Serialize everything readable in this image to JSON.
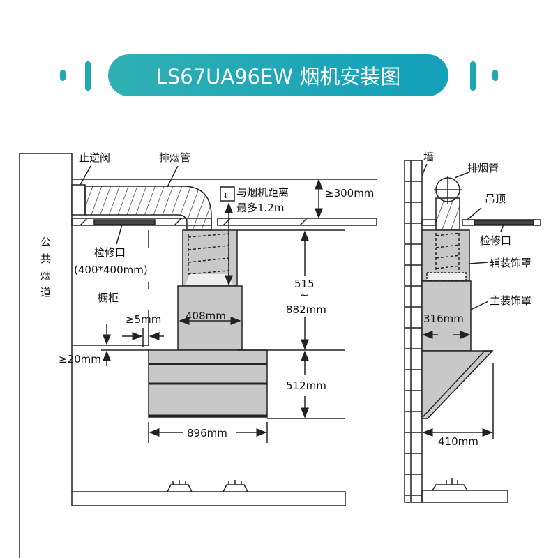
{
  "title": "LS67UA96EW 烟机安装图",
  "colors": {
    "banner": "#1ea8b4",
    "cover": "#c8c8c8"
  },
  "left": {
    "check_valve": "止逆阀",
    "exhaust_pipe": "排烟管",
    "distance_note_1": "与烟机距离",
    "distance_note_2": "最多1.2m",
    "ceiling_gap": "≥300mm",
    "access_port": "检修口",
    "access_port_size": "(400*400mm)",
    "cabinet": "橱柜",
    "shaft": [
      "公",
      "共",
      "烟",
      "道"
    ],
    "dim_height_1": "515",
    "dim_height_tilde": "~",
    "dim_height_2": "882mm",
    "gap_5": "≥5mm",
    "gap_20": "≥20mm",
    "cover_width": "408mm",
    "hood_height": "512mm",
    "hood_width": "896mm"
  },
  "right": {
    "wall": "墙",
    "exhaust_pipe": "排烟管",
    "ceiling": "吊顶",
    "access_port": "检修口",
    "aux_cover": "辅装饰罩",
    "main_cover": "主装饰罩",
    "cover_depth": "316mm",
    "hood_depth": "410mm"
  }
}
